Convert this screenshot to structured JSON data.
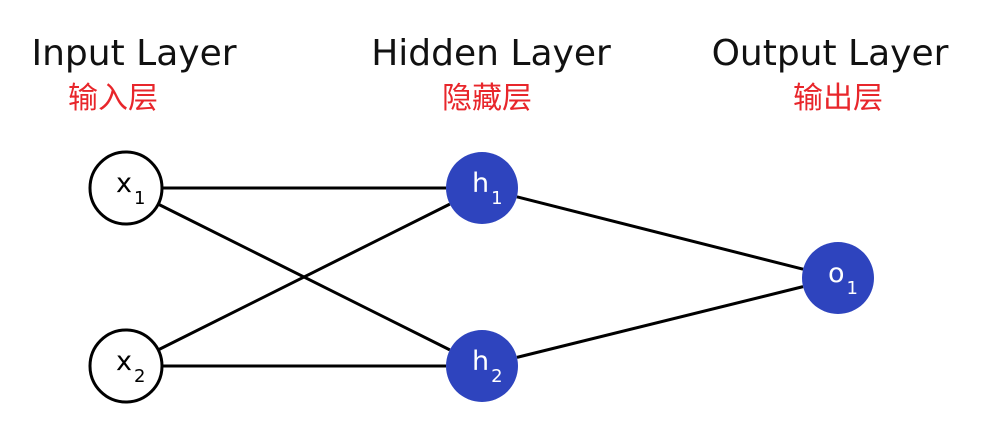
{
  "layers": [
    {
      "title": "Input Layer",
      "subtitle": "输入层"
    },
    {
      "title": "Hidden Layer",
      "subtitle": "隐藏层"
    },
    {
      "title": "Output Layer",
      "subtitle": "输出层"
    }
  ],
  "nodes": [
    {
      "id": "x1",
      "base": "x",
      "sub": "1",
      "layer": "input"
    },
    {
      "id": "x2",
      "base": "x",
      "sub": "2",
      "layer": "input"
    },
    {
      "id": "h1",
      "base": "h",
      "sub": "1",
      "layer": "hidden"
    },
    {
      "id": "h2",
      "base": "h",
      "sub": "2",
      "layer": "hidden"
    },
    {
      "id": "o1",
      "base": "o",
      "sub": "1",
      "layer": "output"
    }
  ],
  "edges": [
    {
      "from": "x1",
      "to": "h1"
    },
    {
      "from": "x1",
      "to": "h2"
    },
    {
      "from": "x2",
      "to": "h1"
    },
    {
      "from": "x2",
      "to": "h2"
    },
    {
      "from": "h1",
      "to": "o1"
    },
    {
      "from": "h2",
      "to": "o1"
    }
  ],
  "colors": {
    "input_fill": "#ffffff",
    "input_stroke": "#000000",
    "node_fill": "#2e44be",
    "edge": "#000000",
    "subtitle": "#e8262b"
  }
}
